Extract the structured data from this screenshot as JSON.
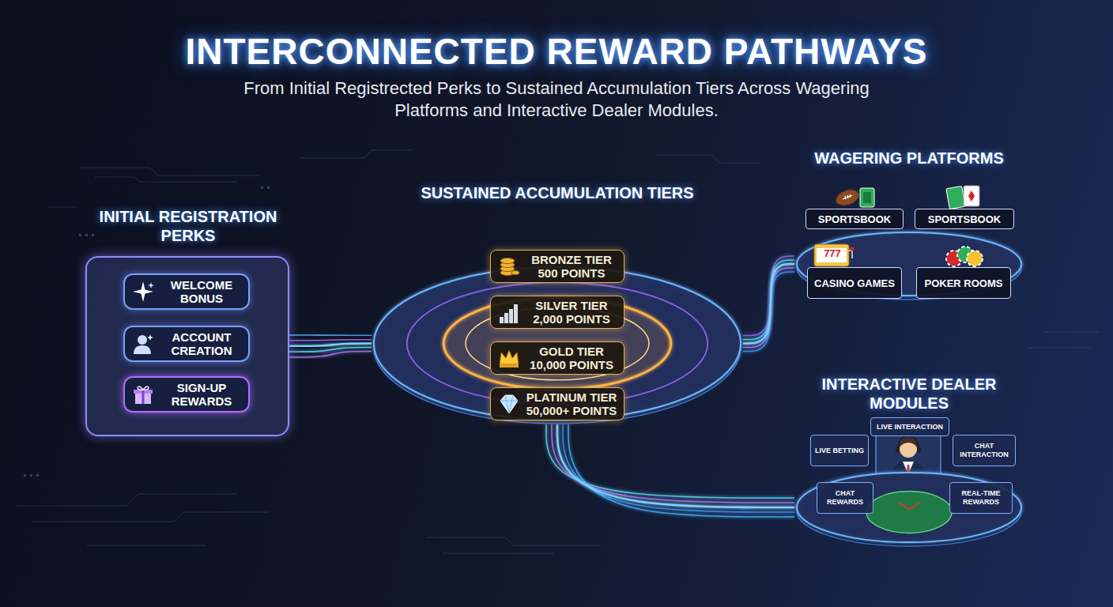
{
  "diagram": {
    "title": "INTERCONNECTED REWARD PATHWAYS",
    "caption": "From Initial Registrected Perks to Sustained Accumulation Tiers Across Wagering Platforms and Interactive Dealer Modules.",
    "nodes": [
      {
        "text": [
          "INITIAL REGISTRATION PERKS"
        ]
      },
      {
        "text": [
          "WELCOME BONUS"
        ],
        "in": 0
      },
      {
        "text": [
          "ACCOUNT CREATION"
        ],
        "in": 0
      },
      {
        "text": [
          "SIGN-UP REWARDS"
        ],
        "in": 0
      },
      {
        "text": [
          "SUSTAINED ACCUMULATION TIERS"
        ]
      },
      {
        "text": [
          "BRONZE TIER",
          "500 POINTS"
        ],
        "in": 4
      },
      {
        "text": [
          "SILVER TIER",
          "2,000 POINTS"
        ],
        "in": 4
      },
      {
        "text": [
          "GOLD TIER",
          "10,000 POINTS"
        ],
        "in": 4
      },
      {
        "text": [
          "PLATINUM TIER",
          "50,000+ POINTS"
        ],
        "in": 4
      },
      {
        "text": [
          "WAGERING PLATFORMS"
        ]
      },
      {
        "text": [
          "SPORTSBOOK"
        ],
        "in": 9
      },
      {
        "text": [
          "SPORTSBOOK"
        ],
        "in": 9
      },
      {
        "text": [
          "CASINO GAMES"
        ],
        "in": 9
      },
      {
        "text": [
          "POKER ROOMS"
        ],
        "in": 9
      },
      {
        "text": [
          "INTERACTIVE DEALER MODULES"
        ]
      },
      {
        "text": [
          "LIVE BETTING"
        ],
        "in": 14
      },
      {
        "text": [
          "LIVE INTERACTION"
        ],
        "in": 14
      },
      {
        "text": [
          "CHAT INTERACTION"
        ],
        "in": 14
      },
      {
        "text": [
          "CHAT REWARDS"
        ],
        "in": 14
      },
      {
        "text": [
          "REAL-TIME REWARDS"
        ],
        "in": 14
      }
    ],
    "edges": [
      {
        "from": 0,
        "to": 4,
        "arrow": "none"
      },
      {
        "from": 4,
        "to": 9,
        "arrow": "none"
      },
      {
        "from": 4,
        "to": 14,
        "arrow": "none"
      }
    ],
    "labels": [
      "777"
    ]
  }
}
